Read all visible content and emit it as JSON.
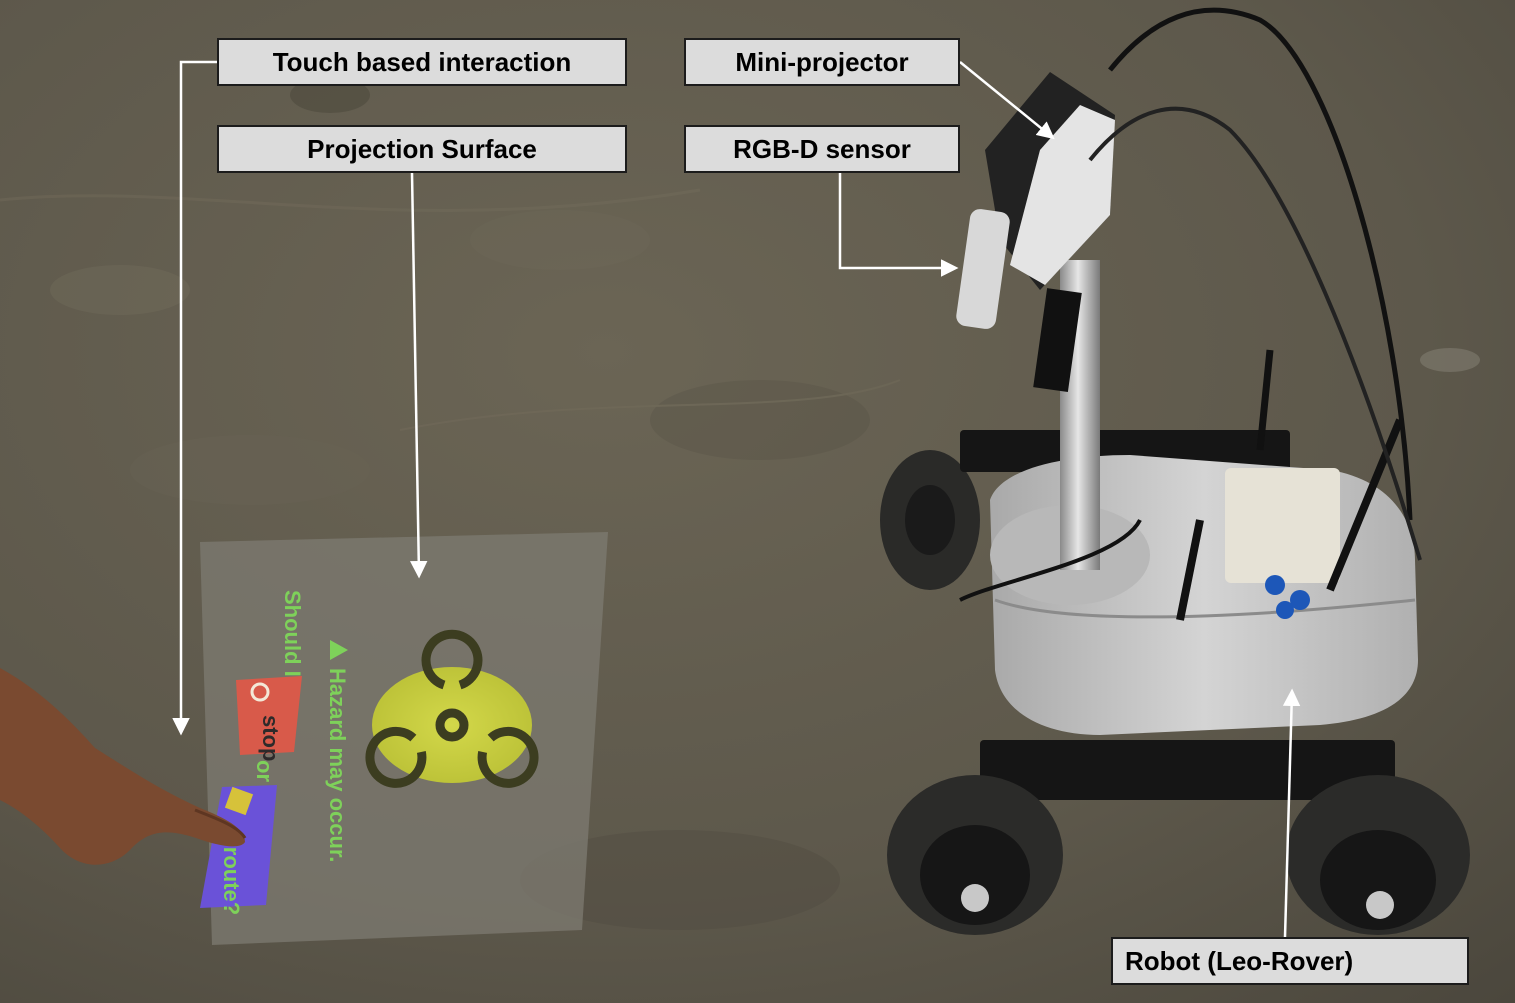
{
  "labels": {
    "touch": "Touch based interaction",
    "projection_surface": "Projection Surface",
    "mini_projector": "Mini-projector",
    "rgbd": "RGB-D sensor",
    "robot": "Robot (Leo-Rover)"
  },
  "projection": {
    "line1": "Hazard may occur.",
    "line2": "Should I",
    "stop": "stop",
    "or": "or",
    "reroute": "reroute?"
  },
  "colors": {
    "floor": "#5f5a4c",
    "projection_area": "#7e7b72",
    "hazard_circle": "#c9cf3c",
    "text_green": "#7ed15a",
    "stop_button": "#d85a4a",
    "reroute_button": "#6a52d8"
  },
  "icons": {
    "hazard": "biohazard-icon",
    "warning": "warning-triangle-icon",
    "stop": "stop-circle-icon",
    "reroute": "reroute-icon"
  }
}
